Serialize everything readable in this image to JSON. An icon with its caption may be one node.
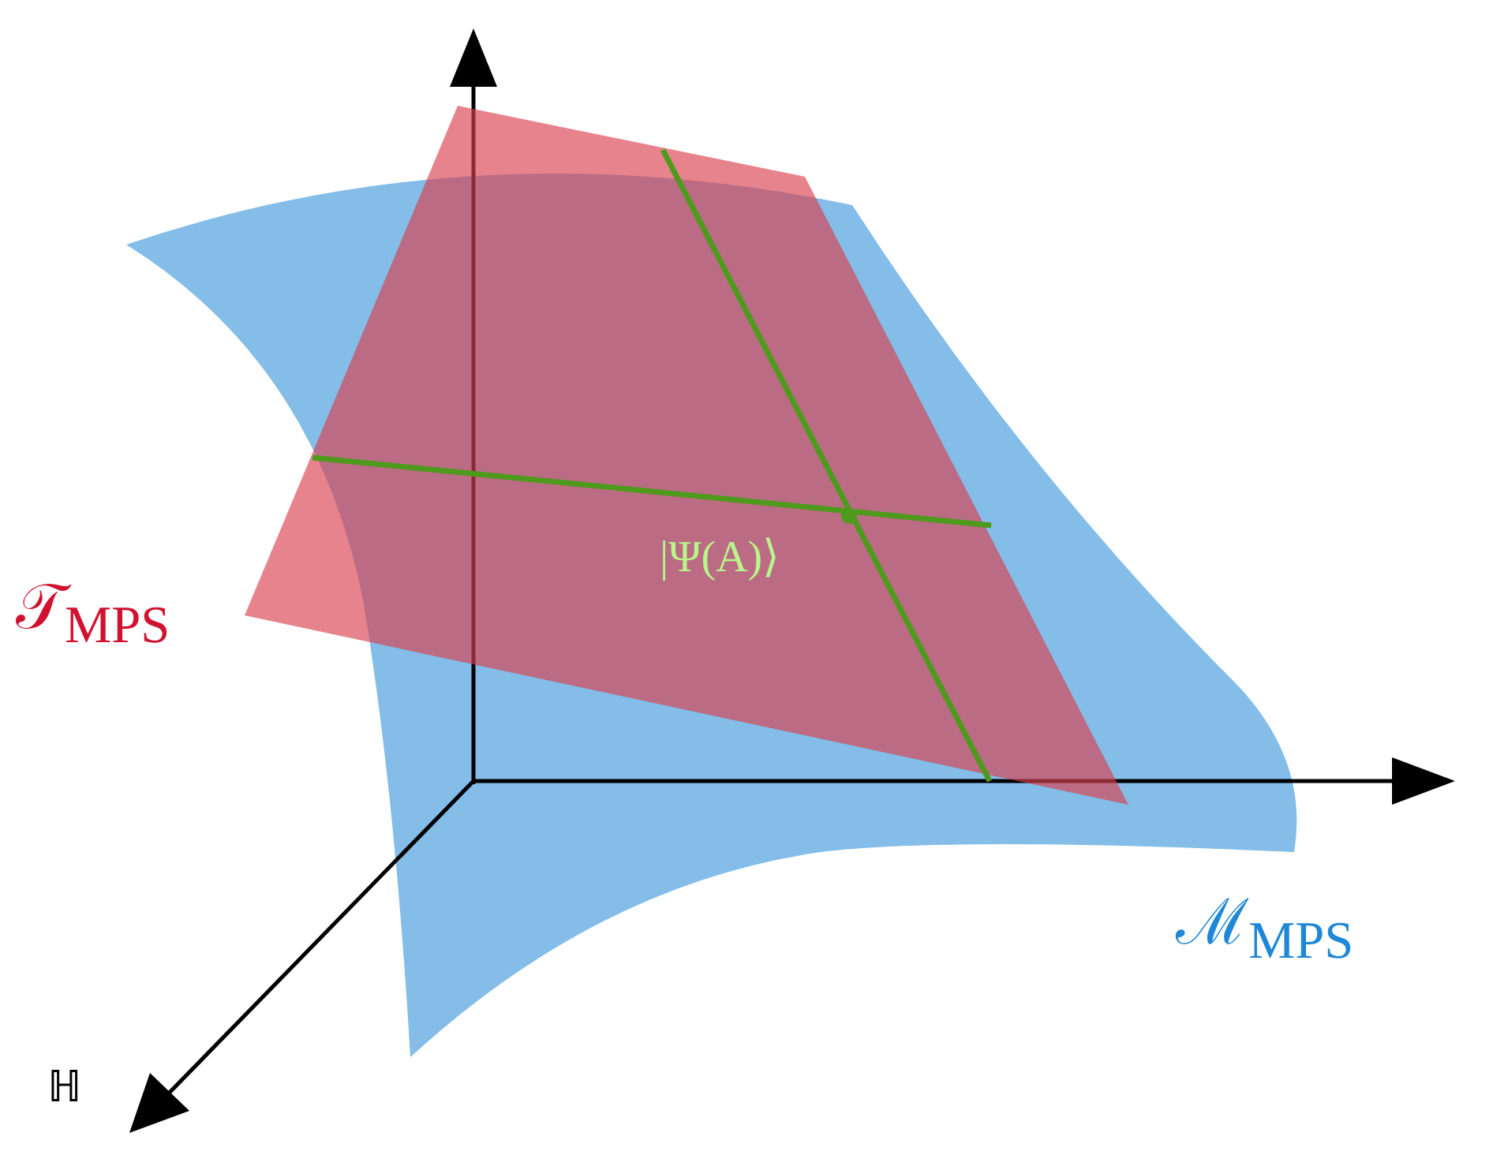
{
  "diagram": {
    "labels": [
      "|Ψ(A)⟩",
      "𝒯$_{MPS}$",
      "ℳ$_{MPS}$",
      "ℍ"
    ]
  }
}
